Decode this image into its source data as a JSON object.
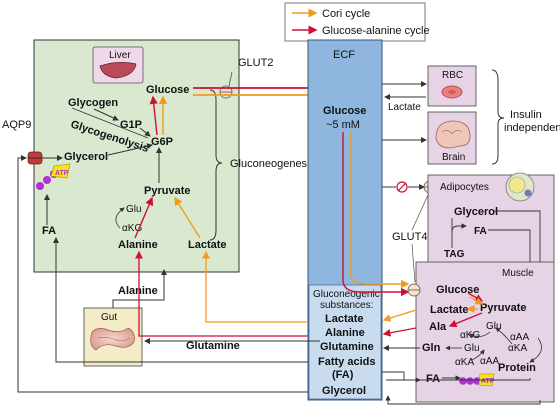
{
  "legend": {
    "cori": "Cori cycle",
    "glucose_alanine": "Glucose-alanine cycle"
  },
  "colors": {
    "cori": "#f39a1e",
    "glucose_alanine": "#cc1133",
    "liver_fill": "#d9e8cf",
    "ecf_fill": "#8fb6df",
    "tissue_fill": "#e6d3e6",
    "gut_fill": "#f4ecc6",
    "atp_fill": "#b22fd3",
    "arrow_gray": "#444444"
  },
  "liver": {
    "title": "Liver",
    "glucose": "Glucose",
    "glycogen": "Glycogen",
    "g1p": "G1P",
    "g6p": "G6P",
    "glycogenolysis": "Glycogenolysis",
    "glycerol": "Glycerol",
    "atp": "ATP",
    "pyruvate": "Pyruvate",
    "glu": "Glu",
    "akg": "αKG",
    "alanine": "Alanine",
    "lactate": "Lactate",
    "fa": "FA"
  },
  "labels": {
    "aqp9": "AQP9",
    "glut2": "GLUT2",
    "glut4": "GLUT4",
    "gluconeogenesis": "Gluconeogenesis",
    "insulin_independent_1": "Insulin",
    "insulin_independent_2": "independent",
    "alanine": "Alanine",
    "glutamine": "Glutamine"
  },
  "ecf": {
    "title": "ECF",
    "glucose": "Glucose",
    "glucose_conc": "~5 mM",
    "lactate": "Lactate",
    "gluconeogenic_1": "Gluconeogenic",
    "gluconeogenic_2": "substances:",
    "g_lactate": "Lactate",
    "g_alanine": "Alanine",
    "g_glutamine": "Glutamine",
    "fatty_acids": "Fatty acids",
    "fa": "(FA)",
    "glycerol": "Glycerol"
  },
  "rbc": {
    "title": "RBC"
  },
  "brain": {
    "title": "Brain"
  },
  "adipocytes": {
    "title": "Adipocytes",
    "glycerol": "Glycerol",
    "fa": "FA",
    "tag": "TAG"
  },
  "muscle": {
    "title": "Muscle",
    "glucose": "Glucose",
    "pyruvate": "Pyruvate",
    "lactate": "Lactate",
    "ala": "Ala",
    "glu": "Glu",
    "akg": "αKG",
    "aaa": "αAA",
    "aka": "αKA",
    "gln": "Gln",
    "glu2": "Glu",
    "aka2": "αKA",
    "aaa2": "αAA",
    "protein": "Protein",
    "fa": "FA",
    "atp": "ATP"
  },
  "gut": {
    "title": "Gut"
  }
}
